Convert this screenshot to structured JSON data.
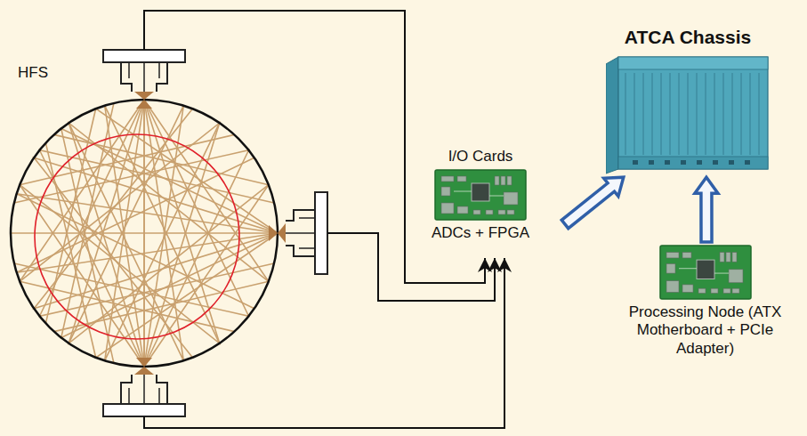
{
  "diagram": {
    "nodes": [
      {
        "text": [
          "I/O Cards",
          "ADCs + FPGA"
        ]
      },
      {
        "text": [
          "ATCA Chassis"
        ]
      },
      {
        "text": [
          "Processing Node (ATX Motherboard + PCIe Adapter)"
        ]
      }
    ],
    "edges": [
      {
        "from": 0,
        "to": 1,
        "arrow": "to"
      },
      {
        "from": 2,
        "to": 1,
        "arrow": "to"
      }
    ],
    "labels": [
      "HFS"
    ]
  }
}
